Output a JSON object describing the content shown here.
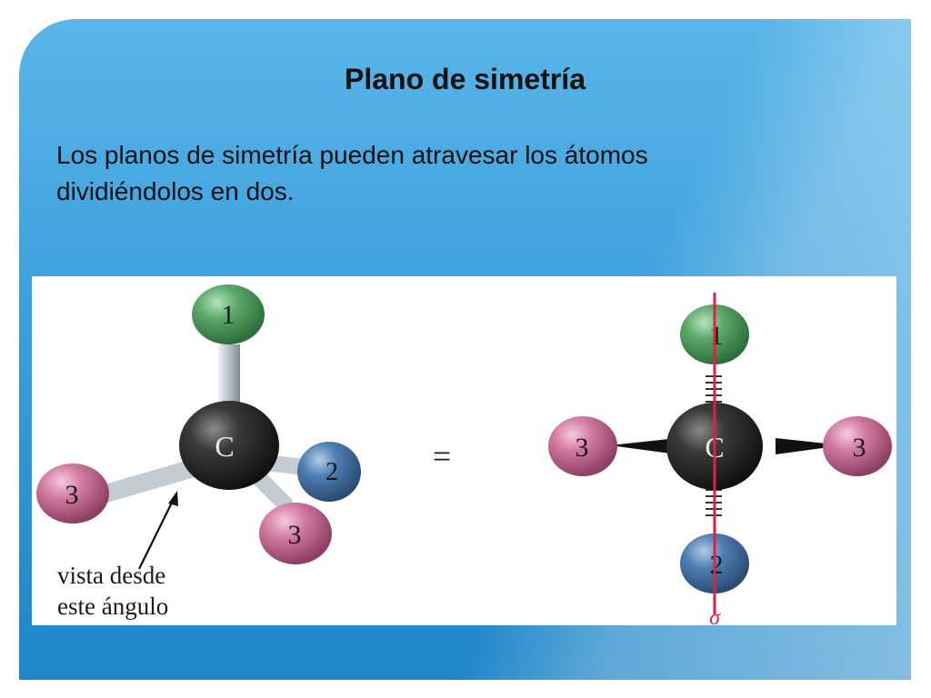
{
  "slide": {
    "title": "Plano de simetría",
    "body": "Los planos de simetría pueden atravesar los átomos dividiéndolos en dos."
  },
  "diagram": {
    "left_molecule": {
      "center": "C",
      "substituents": [
        "1",
        "2",
        "3",
        "3"
      ],
      "caption_line1": "vista desde",
      "caption_line2": "este ángulo"
    },
    "equals": "=",
    "right_molecule": {
      "center": "C",
      "top": "1",
      "bottom": "2",
      "left": "3",
      "right": "3",
      "plane_symbol": "σ"
    },
    "colors": {
      "carbon": "#2b2b2b",
      "atom_1": "#4f9e5e",
      "atom_2": "#4a76a8",
      "atom_3": "#cf6c97",
      "plane": "#d8224a"
    }
  }
}
